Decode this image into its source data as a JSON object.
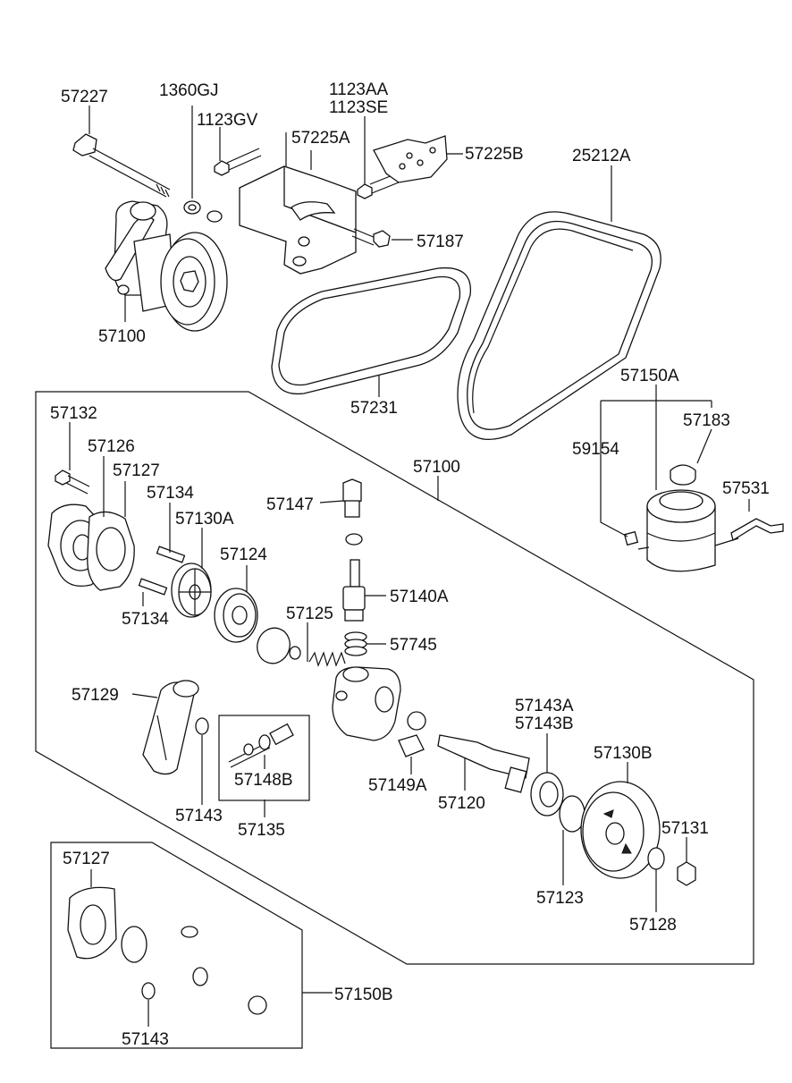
{
  "diagram": {
    "labels": {
      "p57227": "57227",
      "p1360GJ": "1360GJ",
      "p1123GV": "1123GV",
      "p57225A": "57225A",
      "p1123AA": "1123AA",
      "p1123SE": "1123SE",
      "p57225B": "57225B",
      "p25212A": "25212A",
      "p57187": "57187",
      "p57100_top": "57100",
      "p57231": "57231",
      "p57150A": "57150A",
      "p57183": "57183",
      "p59154": "59154",
      "p57531": "57531",
      "p57132": "57132",
      "p57126": "57126",
      "p57127_a": "57127",
      "p57134_a": "57134",
      "p57130A": "57130A",
      "p57124": "57124",
      "p57134_b": "57134",
      "p57100_box": "57100",
      "p57147": "57147",
      "p57140A": "57140A",
      "p57125": "57125",
      "p57745": "57745",
      "p57129": "57129",
      "p57148B": "57148B",
      "p57143_a": "57143",
      "p57135": "57135",
      "p57149A": "57149A",
      "p57120": "57120",
      "p57143A": "57143A",
      "p57143B": "57143B",
      "p57130B": "57130B",
      "p57131": "57131",
      "p57123": "57123",
      "p57128": "57128",
      "p57127_b": "57127",
      "p57143_b": "57143",
      "p57150B": "57150B"
    }
  }
}
